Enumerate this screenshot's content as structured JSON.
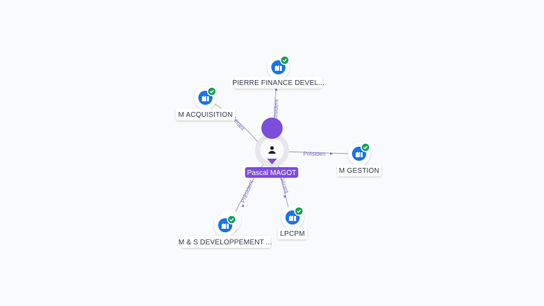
{
  "center": {
    "label": "Pascal MAGOT"
  },
  "nodes": [
    {
      "id": "pierre",
      "label": "PIERRE FINANCE DEVEL..."
    },
    {
      "id": "macq",
      "label": "M ACQUISITION"
    },
    {
      "id": "mges",
      "label": "M GESTION"
    },
    {
      "id": "lpcpm",
      "label": "LPCPM"
    },
    {
      "id": "msdev",
      "label": "M & S DEVELOPPEMENT ..."
    }
  ],
  "edges": [
    {
      "to": "pierre",
      "label": "Président"
    },
    {
      "to": "macq",
      "label": "Gérant"
    },
    {
      "to": "mges",
      "label": "Présiden"
    },
    {
      "to": "lpcpm",
      "label": "Gérant"
    },
    {
      "to": "msdev",
      "label": "Président"
    }
  ],
  "colors": {
    "company_icon": "#1a73e8",
    "verified_badge": "#1e9e57",
    "person": "#7c4ddb",
    "edge": "#9aa0ad",
    "edge_label": "#7b6fd6"
  },
  "icons": {
    "person": "person-icon",
    "company": "building-icon",
    "verified": "check-badge-icon"
  }
}
